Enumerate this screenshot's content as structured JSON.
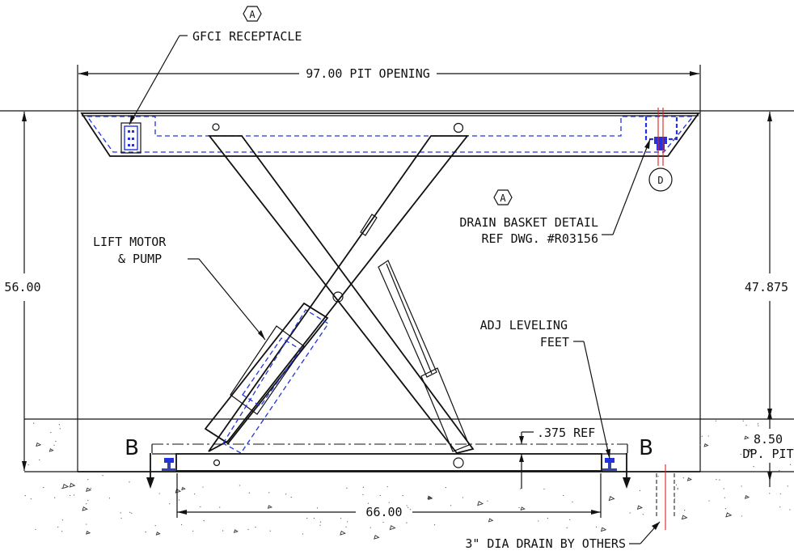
{
  "callouts": {
    "detail_a_top": "A",
    "detail_a_mid": "A",
    "detail_d": "D",
    "gfci": "GFCI RECEPTACLE",
    "drain_basket_line1": "DRAIN BASKET DETAIL",
    "drain_basket_line2": "REF DWG. #R03156",
    "lift_motor_line1": "LIFT MOTOR",
    "lift_motor_line2": "& PUMP",
    "adj_feet_line1": "ADJ LEVELING",
    "adj_feet_line2": "FEET",
    "drain_others": "3\" DIA DRAIN BY OTHERS",
    "section_left": "B",
    "section_right": "B"
  },
  "dimensions": {
    "pit_opening": "97.00 PIT OPENING",
    "overall_height": "56.00",
    "platform_height": "47.875",
    "pit_depth_line1": "8.50",
    "pit_depth_line2": "DP. PIT",
    "ref_offset": ".375 REF",
    "base_width": "66.00"
  },
  "colors": {
    "linework": "#111111",
    "hidden_lines": "#2233dd",
    "centerline": "#e02020"
  }
}
